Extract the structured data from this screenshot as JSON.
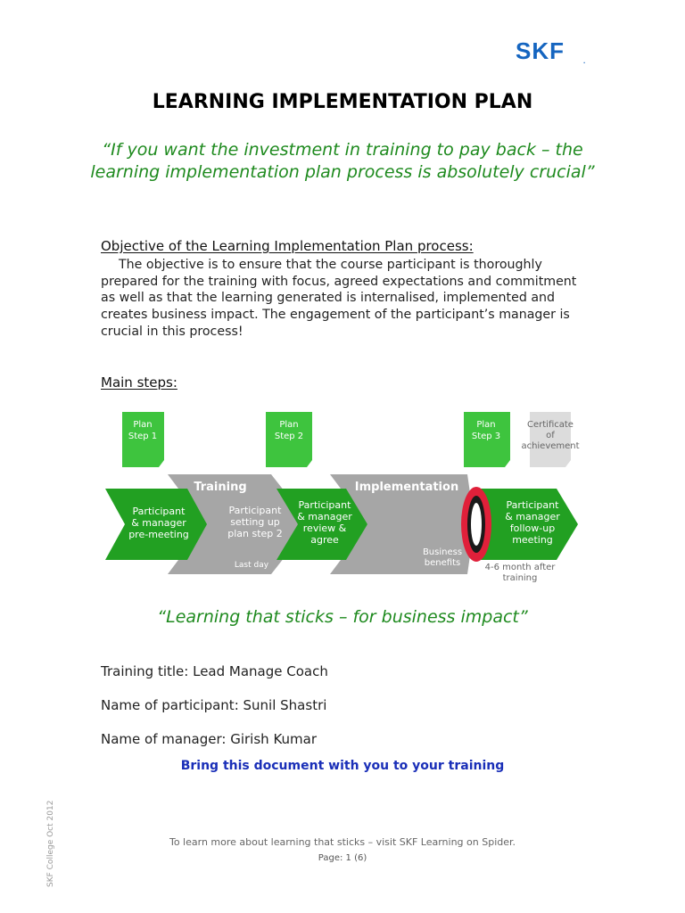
{
  "logo": {
    "text": "SKF",
    "mark": "."
  },
  "title": "LEARNING IMPLEMENTATION PLAN",
  "quote": "“If you want the investment in training to pay back – the learning implementation plan process is absolutely crucial”",
  "objective": {
    "heading": "Objective of the Learning Implementation Plan process:",
    "body": "The objective is to ensure that the course participant is thoroughly prepared for the training with focus, agreed expectations and commitment as well as that the learning generated is internalised, implemented and creates business impact. The engagement of the participant’s manager is crucial in this process!"
  },
  "steps_heading": "Main steps:",
  "diagram": {
    "plan_steps": [
      {
        "line1": "Plan",
        "line2": "Step 1"
      },
      {
        "line1": "Plan",
        "line2": "Step 2"
      },
      {
        "line1": "Plan",
        "line2": "Step 3"
      }
    ],
    "certificate": [
      "Certificate",
      "of",
      "achievement"
    ],
    "phase_training": "Training",
    "phase_implementation": "Implementation",
    "step1": [
      "Participant",
      "& manager",
      "pre-meeting"
    ],
    "step2": [
      "Participant",
      "setting up",
      "plan step  2"
    ],
    "last_day": "Last day",
    "step3": [
      "Participant",
      "& manager",
      "review &",
      "agree"
    ],
    "business_benefits": [
      "Business",
      "benefits"
    ],
    "step4": [
      "Participant",
      "& manager",
      "follow-up",
      "meeting"
    ],
    "after_training": [
      "4-6 month after",
      "training"
    ],
    "colors": {
      "green": "#22a022",
      "light_green": "#3ec43e",
      "gray": "#a6a6a6",
      "light_gray": "#dcdcdc",
      "red": "#e0203a"
    }
  },
  "quote2": "“Learning that sticks – for business impact”",
  "fields": {
    "training_title": "Training title: Lead Manage Coach",
    "participant": "Name of participant: Sunil Shastri",
    "manager": "Name of manager: Girish Kumar"
  },
  "bring_note": "Bring this document with you to your training",
  "footer_note": "To learn more about learning that sticks – visit SKF Learning on Spider.",
  "page_number": "Page: 1 (6)",
  "side_text": "SKF College Oct 2012"
}
